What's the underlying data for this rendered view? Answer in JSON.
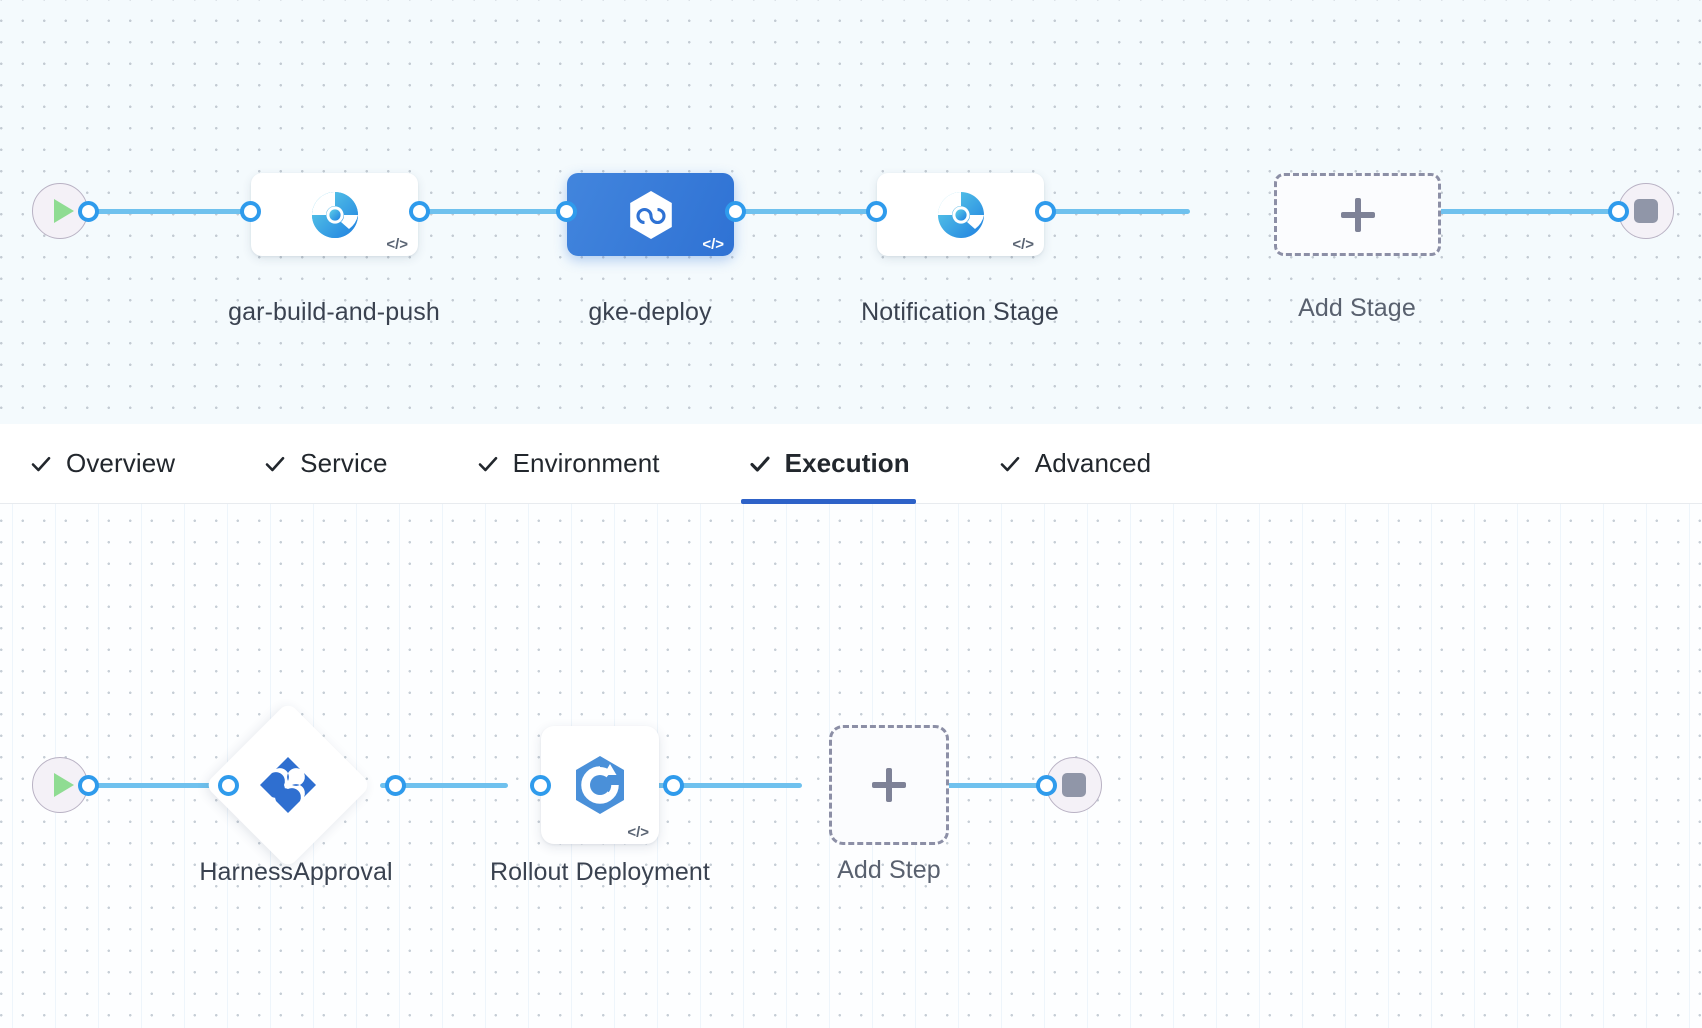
{
  "pipeline": {
    "start_node": {
      "name": "start-node",
      "icon": "play-icon"
    },
    "end_node": {
      "name": "end-node",
      "icon": "stop-icon"
    },
    "stages": [
      {
        "id": "gar-build-and-push",
        "label": "gar-build-and-push",
        "icon": "harness-ci-icon",
        "selected": false,
        "has_code_tag": true,
        "code_tag": "</>"
      },
      {
        "id": "gke-deploy",
        "label": "gke-deploy",
        "icon": "harness-cd-hexagon-icon",
        "selected": true,
        "has_code_tag": true,
        "code_tag": "</>"
      },
      {
        "id": "notification-stage",
        "label": "Notification Stage",
        "icon": "harness-ci-icon",
        "selected": false,
        "has_code_tag": true,
        "code_tag": "</>"
      }
    ],
    "add_stage": {
      "label": "Add Stage",
      "icon": "plus-icon"
    }
  },
  "tabs": [
    {
      "id": "overview",
      "label": "Overview",
      "icon": "check-icon",
      "complete": true,
      "active": false
    },
    {
      "id": "service",
      "label": "Service",
      "icon": "check-icon",
      "complete": true,
      "active": false
    },
    {
      "id": "environment",
      "label": "Environment",
      "icon": "check-icon",
      "complete": true,
      "active": false
    },
    {
      "id": "execution",
      "label": "Execution",
      "icon": "check-icon",
      "complete": true,
      "active": true
    },
    {
      "id": "advanced",
      "label": "Advanced",
      "icon": "check-icon",
      "complete": true,
      "active": false
    }
  ],
  "execution": {
    "start_node": {
      "name": "start-node",
      "icon": "play-icon"
    },
    "end_node": {
      "name": "end-node",
      "icon": "stop-icon"
    },
    "steps": [
      {
        "id": "harness-approval",
        "label": "HarnessApproval",
        "icon": "harness-approval-diamond-icon",
        "shape": "diamond",
        "has_code_tag": false
      },
      {
        "id": "rollout-deployment",
        "label": "Rollout Deployment",
        "icon": "kubernetes-rollout-icon",
        "shape": "square",
        "has_code_tag": true,
        "code_tag": "</>"
      }
    ],
    "add_step": {
      "label": "Add Step",
      "icon": "plus-icon"
    }
  },
  "colors": {
    "accent_blue": "#2e62c8",
    "edge_blue": "#6fc1ee",
    "port_blue": "#2f9bec",
    "selected_stage": "#3b7ddb",
    "canvas_top_bg": "#f4fafd",
    "canvas_bottom_bg": "#fdfeff",
    "play_green": "#8fdc92",
    "stop_gray": "#9096a8",
    "dashed_gray": "#8c8fa6"
  }
}
